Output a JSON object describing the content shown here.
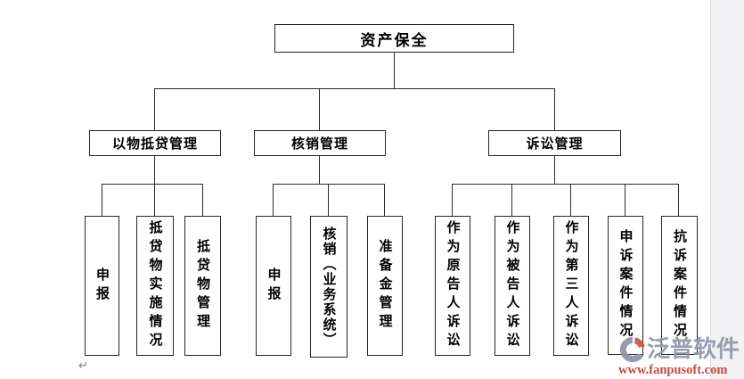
{
  "diagram": {
    "root": {
      "label": "资产保全"
    },
    "branches": [
      {
        "label": "以物抵贷管理",
        "children": [
          {
            "label": "申报"
          },
          {
            "label": "抵贷物实施情况"
          },
          {
            "label": "抵贷物管理"
          }
        ]
      },
      {
        "label": "核销管理",
        "children": [
          {
            "label": "申报"
          },
          {
            "label": "核销（业务系统）"
          },
          {
            "label": "准备金管理"
          }
        ]
      },
      {
        "label": "诉讼管理",
        "children": [
          {
            "label": "作为原告人诉讼"
          },
          {
            "label": "作为被告人诉讼"
          },
          {
            "label": "作为第三人诉讼"
          },
          {
            "label": "申诉案件情况"
          },
          {
            "label": "抗诉案件情况"
          }
        ]
      }
    ]
  },
  "watermark": {
    "brand": "泛普软件",
    "url": "www.fanpusoft.com",
    "brand_color": "#8d97ab",
    "url_color": "#bf3a2e",
    "logo_gray": "#8b94a8",
    "logo_red": "#c05648"
  },
  "icons": {
    "logo": "fanpu-logo-icon"
  },
  "editor": {
    "paragraph_mark": "↵"
  }
}
